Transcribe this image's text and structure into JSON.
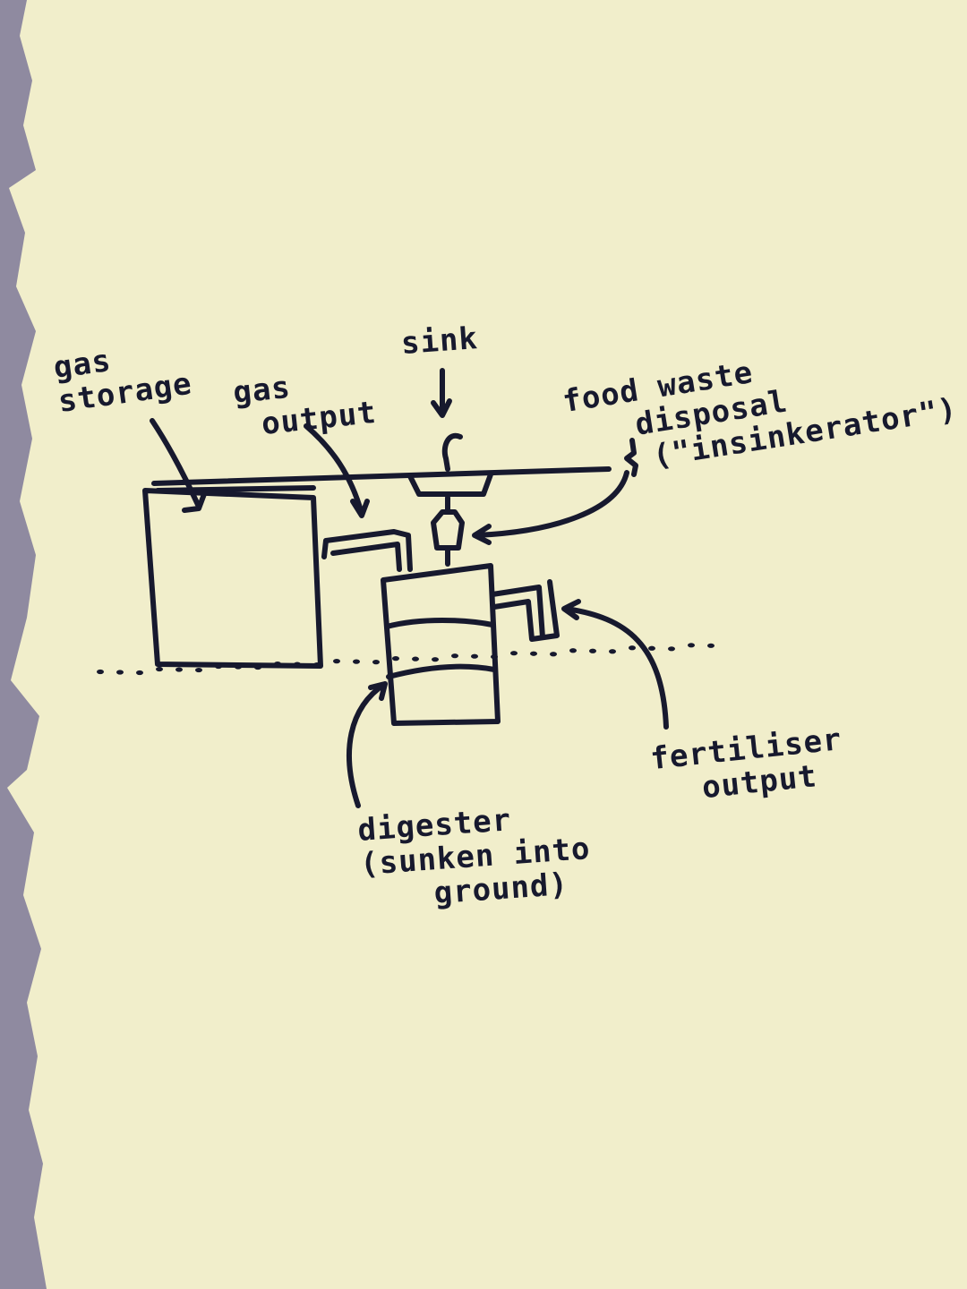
{
  "colors": {
    "paper": "#f1eecb",
    "paper_shadow": "#e6e1b8",
    "ink": "#17192e",
    "background": "#8f8aa0"
  },
  "labels": {
    "gas_storage": [
      "gas",
      "storage"
    ],
    "gas_output": [
      "gas",
      "output"
    ],
    "sink": "sink",
    "food_waste_disposal": [
      "food waste",
      "disposal",
      "(\"insinkerator\")"
    ],
    "fertiliser_output": [
      "fertiliser",
      "output"
    ],
    "digester": [
      "digester",
      "(sunken into",
      "ground)"
    ]
  }
}
